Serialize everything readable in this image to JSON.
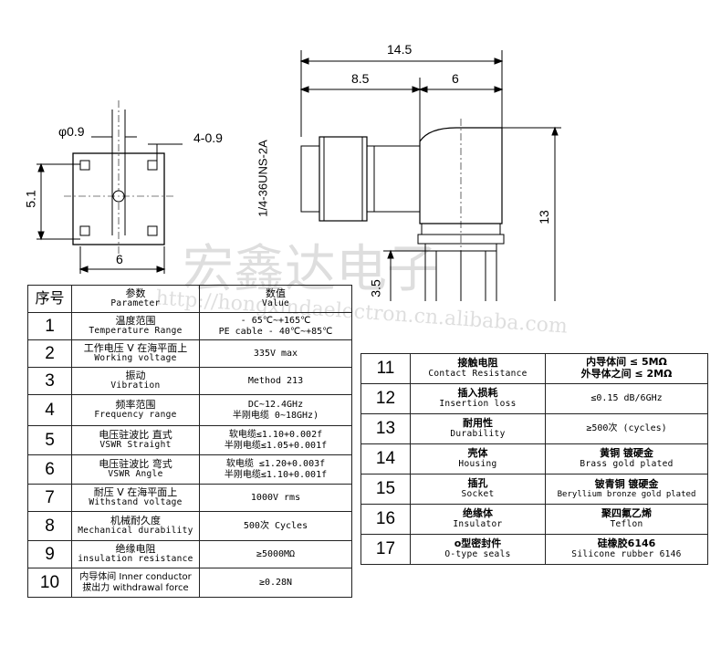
{
  "drawing": {
    "side_view": {
      "width_total": "14.5",
      "width_body": "8.5",
      "width_head": "6",
      "thread_label": "1/4-36UNS-2A",
      "height_total": "13",
      "pin_length": "3.5"
    },
    "front_view": {
      "pin_diameter": "φ0.9",
      "mount_pins": "4-0.9",
      "height": "5.1",
      "width": "6"
    },
    "watermark": {
      "chinese": "宏鑫达电子",
      "url": "http://hongxindaelectron.cn.alibaba.com"
    }
  },
  "left_table": {
    "header": {
      "num": "序号",
      "param_zh": "参数",
      "param_en": "Parameter",
      "value_zh": "数值",
      "value_en": "Value"
    },
    "rows": [
      {
        "num": "1",
        "zh": "温度范围",
        "en": "Temperature Range",
        "v1": "- 65℃~+165℃",
        "v2": "PE cable - 40℃~+85℃"
      },
      {
        "num": "2",
        "zh": "工作电压 V 在海平面上",
        "en": "Working voltage",
        "v1": "335V max",
        "v2": ""
      },
      {
        "num": "3",
        "zh": "振动",
        "en": "Vibration",
        "v1": "Method 213",
        "v2": ""
      },
      {
        "num": "4",
        "zh": "频率范围",
        "en": "Frequency range",
        "v1": "DC~12.4GHz",
        "v2": "半刚电缆 0~18GHz)"
      },
      {
        "num": "5",
        "zh": "电压驻波比 直式",
        "en": "VSWR Straight",
        "v1": "软电缆≤1.10+0.002f",
        "v2": "半刚电缆≤1.05+0.001f"
      },
      {
        "num": "6",
        "zh": "电压驻波比 弯式",
        "en": "VSWR Angle",
        "v1": "软电缆 ≤1.20+0.003f",
        "v2": "半刚电缆≤1.10+0.001f"
      },
      {
        "num": "7",
        "zh": "耐压 V 在海平面上",
        "en": "Withstand voltage",
        "v1": "1000V rms",
        "v2": ""
      },
      {
        "num": "8",
        "zh": "机械耐久度",
        "en": "Mechanical durability",
        "v1": "500次 Cycles",
        "v2": ""
      },
      {
        "num": "9",
        "zh": "绝缘电阻",
        "en": "insulation resistance",
        "v1": "≥5000MΩ",
        "v2": ""
      },
      {
        "num": "10",
        "zh": "内导体间 Inner conductor",
        "en": "拔出力 withdrawal force",
        "v1": "≥0.28N",
        "v2": ""
      }
    ]
  },
  "right_table": {
    "rows": [
      {
        "num": "11",
        "zh": "接触电阻",
        "en": "Contact Resistance",
        "v1": "内导体间 ≤ 5MΩ",
        "v2": "外导体之间 ≤ 2MΩ"
      },
      {
        "num": "12",
        "zh": "插入损耗",
        "en": "Insertion loss",
        "v1": "≤0.15 dB/6GHz",
        "v2": ""
      },
      {
        "num": "13",
        "zh": "耐用性",
        "en": "Durability",
        "v1": "≥500次 (cycles)",
        "v2": ""
      },
      {
        "num": "14",
        "zh": "壳体",
        "en": "Housing",
        "v1": "黄铜 镀硬金",
        "v2": "Brass gold plated"
      },
      {
        "num": "15",
        "zh": "插孔",
        "en": "Socket",
        "v1": "铍青铜 镀硬金",
        "v2": "Beryllium bronze gold plated"
      },
      {
        "num": "16",
        "zh": "绝缘体",
        "en": "Insulator",
        "v1": "聚四氟乙烯",
        "v2": "Teflon"
      },
      {
        "num": "17",
        "zh": "o型密封件",
        "en": "O-type seals",
        "v1": "硅橡胶6146",
        "v2": "Silicone rubber 6146"
      }
    ]
  }
}
